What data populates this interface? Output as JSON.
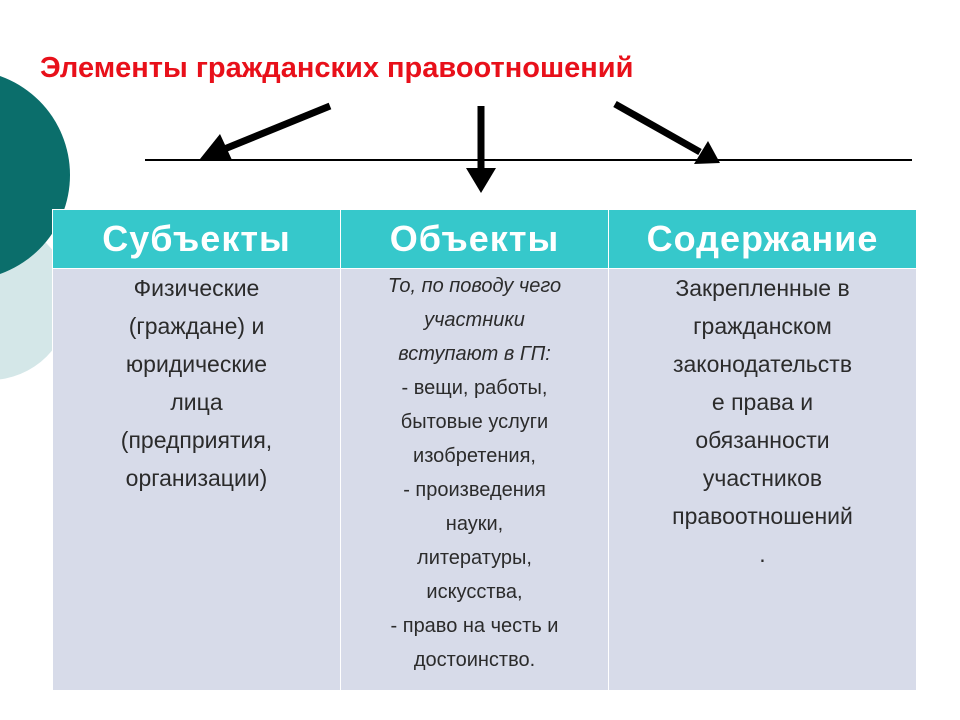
{
  "title": "Элементы гражданских правоотношений",
  "colors": {
    "title": "#e8101a",
    "header_bg": "#36c8cb",
    "header_text": "#ffffff",
    "cell_bg": "#d7dbe9",
    "deco_dark": "#0b6e6b",
    "deco_light": "#cfe4e6"
  },
  "table": {
    "headers": [
      "Субъекты",
      "Объекты",
      "Содержание"
    ],
    "subjects": "Физические\n(граждане) и\nюридические\nлица\n(предприятия,\nорганизации)",
    "objects_intro": "То, по поводу чего\nучастники\nвступают в ГП:",
    "objects_items": "- вещи, работы,\nбытовые услуги\nизобретения,\n- произведения\nнауки,\nлитературы,\nискусства,\n- право на честь и\nдостоинство.",
    "content": "Закрепленные в\nгражданском\nзаконодательств\nе права и\nобязанности\nучастников\nправоотношений\n."
  }
}
